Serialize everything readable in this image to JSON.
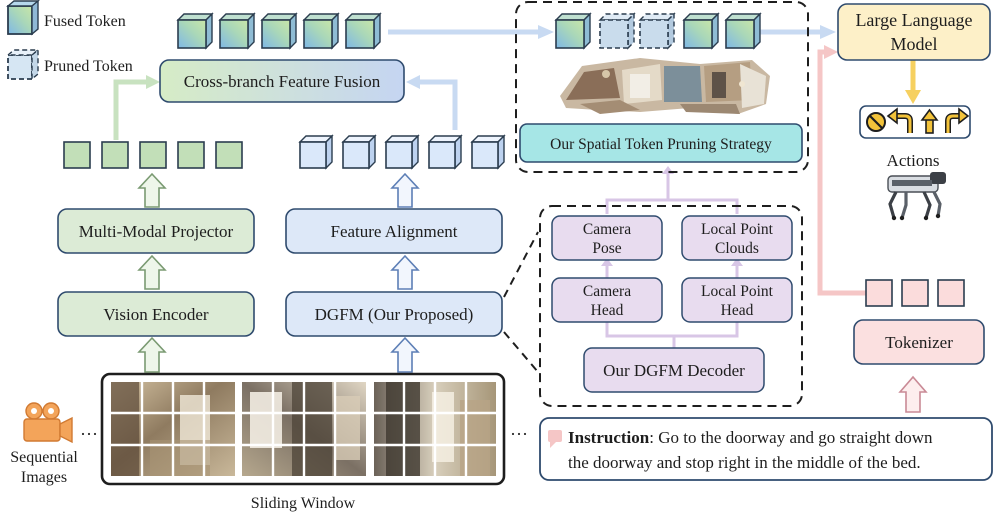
{
  "legend": {
    "fused_token": "Fused Token",
    "pruned_token": "Pruned Token"
  },
  "blocks": {
    "cross_branch_fusion": "Cross-branch Feature Fusion",
    "multimodal_projector": "Multi-Modal Projector",
    "vision_encoder": "Vision Encoder",
    "feature_alignment": "Feature Alignment",
    "dgfm": "DGFM (Our Proposed)",
    "spatial_pruning": "Our Spatial Token Pruning Strategy",
    "camera_pose": [
      "Camera",
      "Pose"
    ],
    "local_point_clouds": [
      "Local Point",
      "Clouds"
    ],
    "camera_head": [
      "Camera",
      "Head"
    ],
    "local_point_head": [
      "Local Point",
      "Head"
    ],
    "dgfm_decoder": "Our DGFM Decoder",
    "llm": [
      "Large Language",
      "Model"
    ],
    "tokenizer": "Tokenizer"
  },
  "labels": {
    "actions": "Actions",
    "sequential_images": [
      "Sequential",
      "Images"
    ],
    "sliding_window": "Sliding Window",
    "ellipsis": "···"
  },
  "instruction": {
    "heading": "Instruction",
    "line1": ": Go to the doorway and go straight down",
    "line2": "the doorway and stop right in the middle of the bed."
  },
  "icons": {
    "video_camera": "video-camera-icon",
    "robot_dog": "robot-dog-icon",
    "stop": "stop-action-icon",
    "turn_left": "turn-left-action-icon",
    "forward": "move-forward-action-icon",
    "turn_right": "turn-right-action-icon"
  },
  "colors": {
    "green_fill": "#dcebd6",
    "blue_fill": "#dde8f8",
    "purple_fill": "#e8dcef",
    "cyan_fill": "#a6e6e6",
    "llm_fill": "#fdf0c8",
    "pink_fill": "#fbe0e0",
    "green_arrow": "#c8e2c0",
    "blue_arrow": "#c8daf2",
    "purple_arrow": "#d8c6e6",
    "pink_arrow": "#f5c6c6",
    "yellow_arrow": "#f6d060"
  }
}
